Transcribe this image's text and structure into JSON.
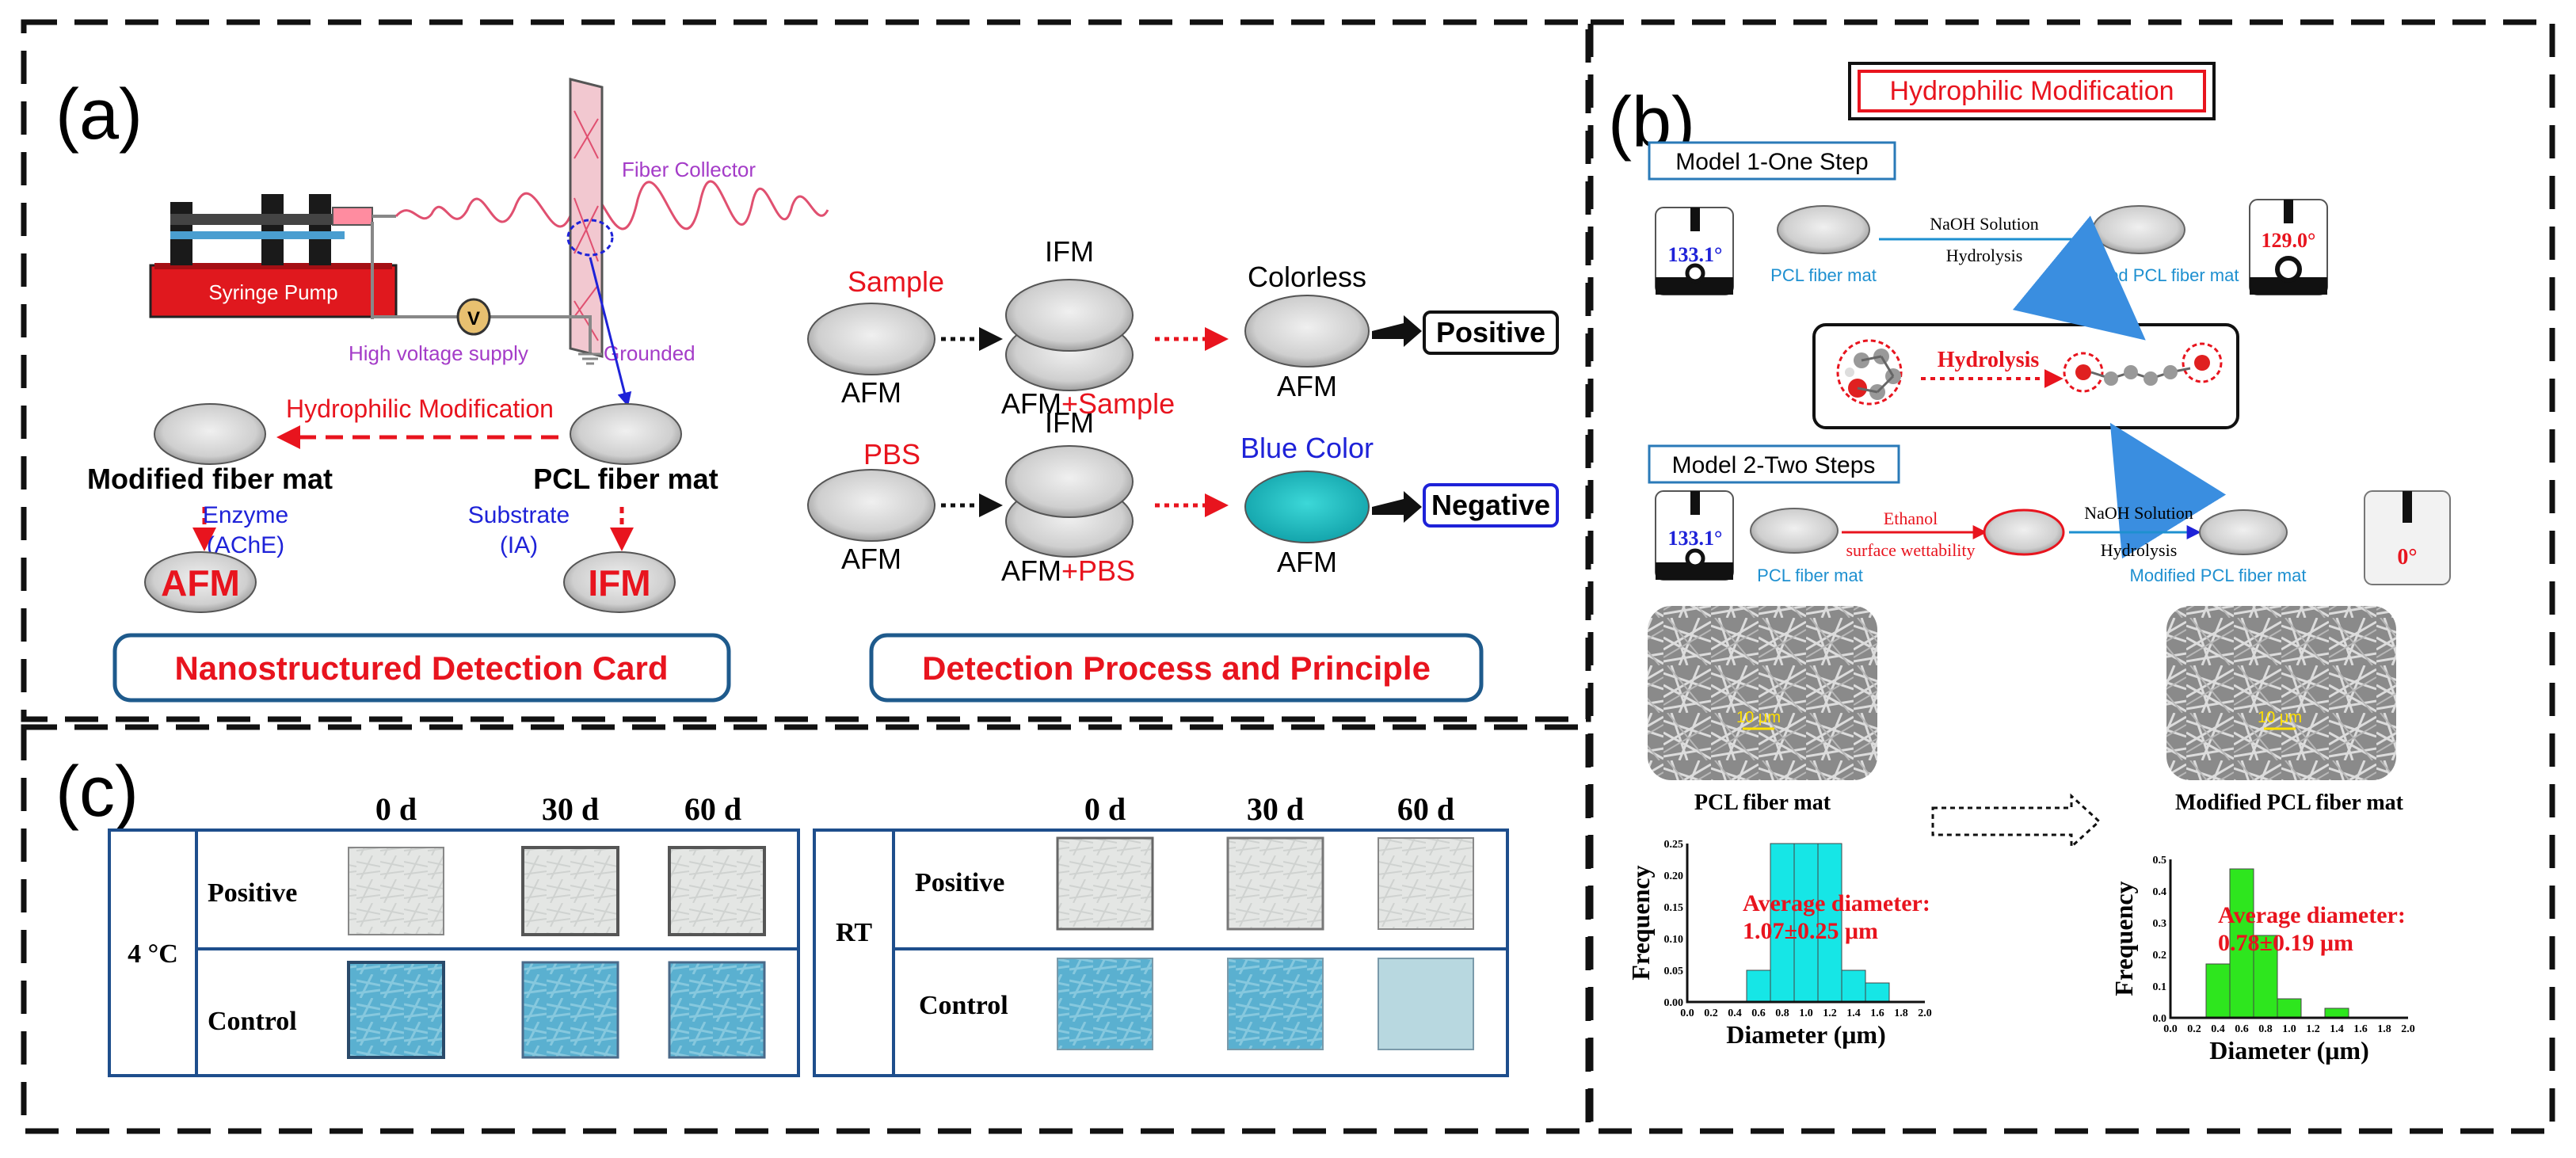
{
  "panel_a": {
    "label": "(a)",
    "fiber_collector": "Fiber Collector",
    "syringe_pump": "Syringe Pump",
    "voltmeter": "V",
    "high_voltage": "High voltage supply",
    "grounded": "Grounded",
    "hydrophilic_mod": "Hydrophilic Modification",
    "modified_fiber_mat": "Modified fiber mat",
    "pcl_fiber_mat": "PCL fiber mat",
    "enzyme": "Enzyme",
    "ache": "(AChE)",
    "substrate": "Substrate",
    "ia": "(IA)",
    "afm": "AFM",
    "ifm": "IFM",
    "card_title": "Nanostructured Detection Card",
    "sample": "Sample",
    "pbs": "PBS",
    "ifm1": "IFM",
    "ifm2": "IFM",
    "afm_r1": "AFM",
    "afm_r2": "AFM",
    "afm_plus": "AFM",
    "plus_sample": "+Sample",
    "plus_pbs": "+PBS",
    "colorless": "Colorless",
    "blue_color": "Blue Color",
    "afm_res1": "AFM",
    "afm_res2": "AFM",
    "positive": "Positive",
    "negative": "Negative",
    "process_title": "Detection Process and Principle"
  },
  "panel_b": {
    "label": "(b)",
    "title": "Hydrophilic Modification",
    "model1": "Model 1-One Step",
    "model2": "Model 2-Two Steps",
    "angle_1331": "133.1°",
    "angle_129": "129.0°",
    "angle_0": "0°",
    "naoh": "NaOH Solution",
    "hydrolysis": "Hydrolysis",
    "hydrolysis_center": "Hydrolysis",
    "ethanol": "Ethanol",
    "surface_wett": "surface wettability",
    "pcl_fiber_mat": "PCL fiber mat",
    "modified_pcl": "Modified PCL fiber mat",
    "scale": "10 μm",
    "sem_left_label": "PCL fiber mat",
    "sem_right_label": "Modified PCL fiber mat",
    "avg_left_1": "Average diameter:",
    "avg_left_2": "1.07±0.25 μm",
    "avg_right_1": "Average diameter:",
    "avg_right_2": "0.78±0.19 μm"
  },
  "panel_c": {
    "label": "(c)",
    "days": [
      "0 d",
      "30 d",
      "60 d"
    ],
    "left_group": "4 °C",
    "right_group": "RT",
    "row_positive": "Positive",
    "row_control": "Control"
  },
  "colors": {
    "red": "#e8141e",
    "blue": "#1e22d8",
    "cyan_bar": "#16e6e6",
    "green_bar": "#2ee61e",
    "panel_box": "#1e5a8c",
    "purple": "#a43cc8"
  },
  "chart_data": [
    {
      "type": "bar",
      "xlabel": "Diameter (μm)",
      "ylabel": "Frequency",
      "x": [
        0.6,
        0.8,
        1.0,
        1.2,
        1.4,
        1.6
      ],
      "values": [
        0.05,
        0.27,
        0.27,
        0.27,
        0.05,
        0.03
      ],
      "ylim": [
        0,
        0.25
      ],
      "yticks": [
        "0.00",
        "0.05",
        "0.10",
        "0.15",
        "0.20",
        "0.25"
      ],
      "xticks": [
        "0.0",
        "0.2",
        "0.4",
        "0.6",
        "0.8",
        "1.0",
        "1.2",
        "1.4",
        "1.6",
        "1.8",
        "2.0"
      ]
    },
    {
      "type": "bar",
      "xlabel": "Diameter (μm)",
      "ylabel": "Frequency",
      "x": [
        0.4,
        0.6,
        0.8,
        1.0,
        1.2,
        1.4
      ],
      "values": [
        0.17,
        0.47,
        0.26,
        0.06,
        0.0,
        0.03
      ],
      "ylim": [
        0,
        0.5
      ],
      "yticks": [
        "0.0",
        "0.1",
        "0.2",
        "0.3",
        "0.4",
        "0.5"
      ],
      "xticks": [
        "0.0",
        "0.2",
        "0.4",
        "0.6",
        "0.8",
        "1.0",
        "1.2",
        "1.4",
        "1.6",
        "1.8",
        "2.0"
      ]
    }
  ]
}
